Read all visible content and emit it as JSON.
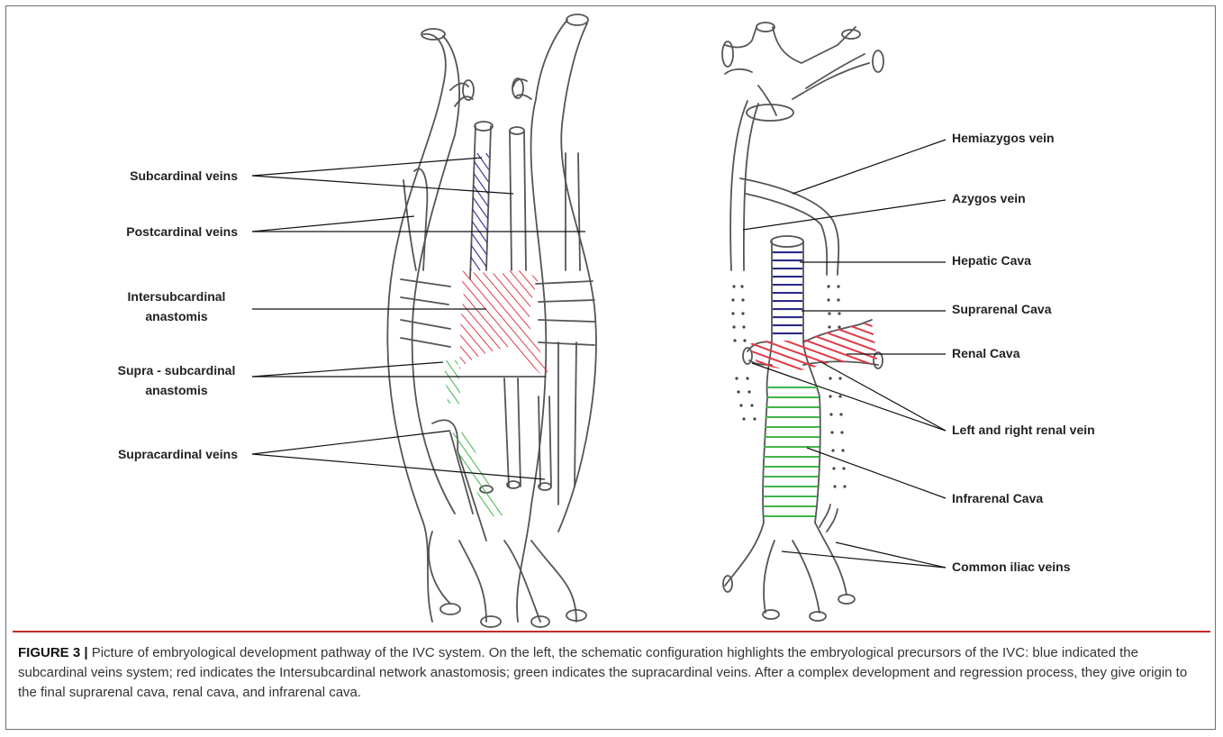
{
  "figure": {
    "figure_label": "FIGURE 3 |",
    "caption": "Picture of embryological development pathway of the IVC system. On the left, the schematic configuration highlights the embryological precursors of the IVC: blue indicated the subcardinal veins system; red indicates the Intersubcardinal network anastomosis; green indicates the supracardinal veins. After a complex development and regression process, they give origin to the final suprarenal cava, renal cava, and infrarenal cava."
  },
  "left_panel": {
    "labels": {
      "subcardinal": "Subcardinal veins",
      "postcardinal": "Postcardinal veins",
      "intersub_1": "Intersubcardinal",
      "intersub_2": "anastomis",
      "suprasub_1": "Supra - subcardinal",
      "suprasub_2": "anastomis",
      "supracardinal": "Supracardinal veins"
    }
  },
  "right_panel": {
    "labels": {
      "hemiazygos": "Hemiazygos vein",
      "azygos": "Azygos vein",
      "hepatic": "Hepatic Cava",
      "suprarenal": "Suprarenal Cava",
      "renal": "Renal Cava",
      "renal_veins": "Left and right renal vein",
      "infrarenal": "Infrarenal Cava",
      "iliac": "Common iliac veins"
    }
  },
  "colors": {
    "blue": "#2a2a8c",
    "red": "#e03a47",
    "green": "#3fb54a",
    "caption_rule": "#c62828"
  }
}
